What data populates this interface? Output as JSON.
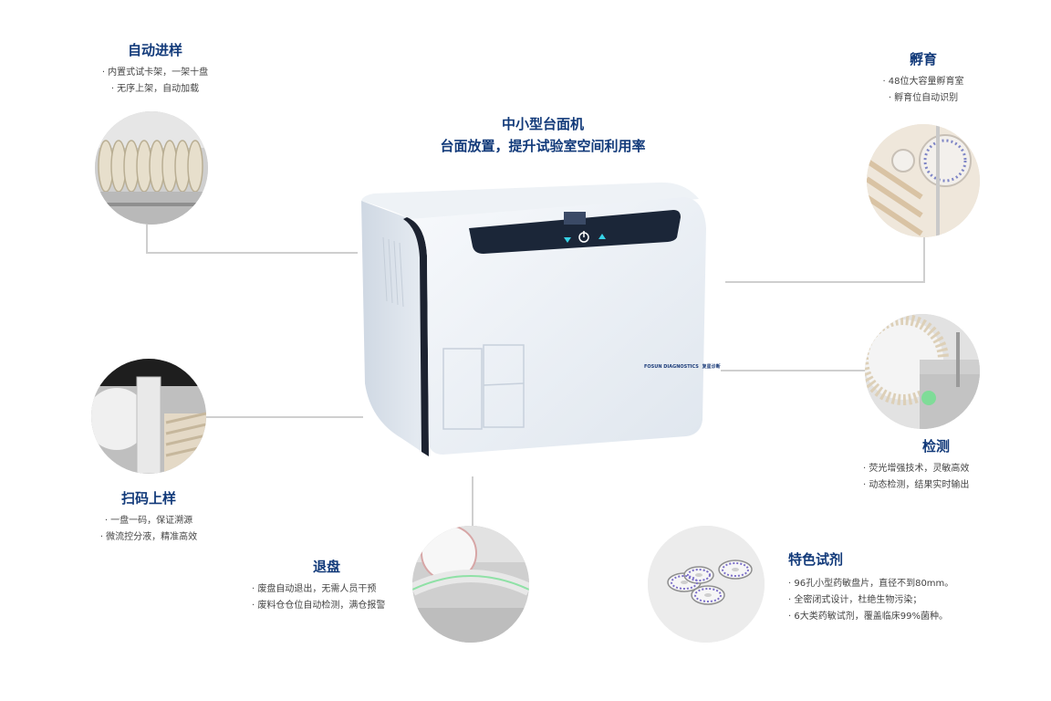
{
  "headline": {
    "line1": "中小型台面机",
    "line2": "台面放置，提升试验室空间利用率"
  },
  "features": {
    "auto_sampling": {
      "title": "自动进样",
      "bullets": [
        "· 内置式试卡架，一架十盘",
        "· 无序上架，自动加载"
      ]
    },
    "incubation": {
      "title": "孵育",
      "bullets": [
        "· 48位大容量孵育室",
        "· 孵育位自动识别"
      ]
    },
    "scan": {
      "title": "扫码上样",
      "bullets": [
        "· 一盘一码，保证溯源",
        "· 微流控分液，精准高效"
      ]
    },
    "detection": {
      "title": "检测",
      "bullets": [
        "· 荧光增强技术，灵敏高效",
        "· 动态检测，结果实时输出"
      ]
    },
    "eject": {
      "title": "退盘",
      "bullets": [
        "· 废盘自动退出，无需人员干预",
        "· 废料仓仓位自动检测，满仓报警"
      ]
    },
    "reagent": {
      "title": "特色试剂",
      "bullets": [
        "· 96孔小型药敏盘片，直径不到80mm。",
        "· 全密闭式设计，杜绝生物污染；",
        "· 6大类药敏试剂，覆盖临床99%菌种。"
      ]
    }
  },
  "device": {
    "brand": "FOSUN DIAGNOSTICS",
    "brand_cn": "复星诊断"
  },
  "colors": {
    "title": "#123a7a",
    "line": "#cfcfcf",
    "device_body": "#eef2f7",
    "device_dark": "#1c2230"
  }
}
